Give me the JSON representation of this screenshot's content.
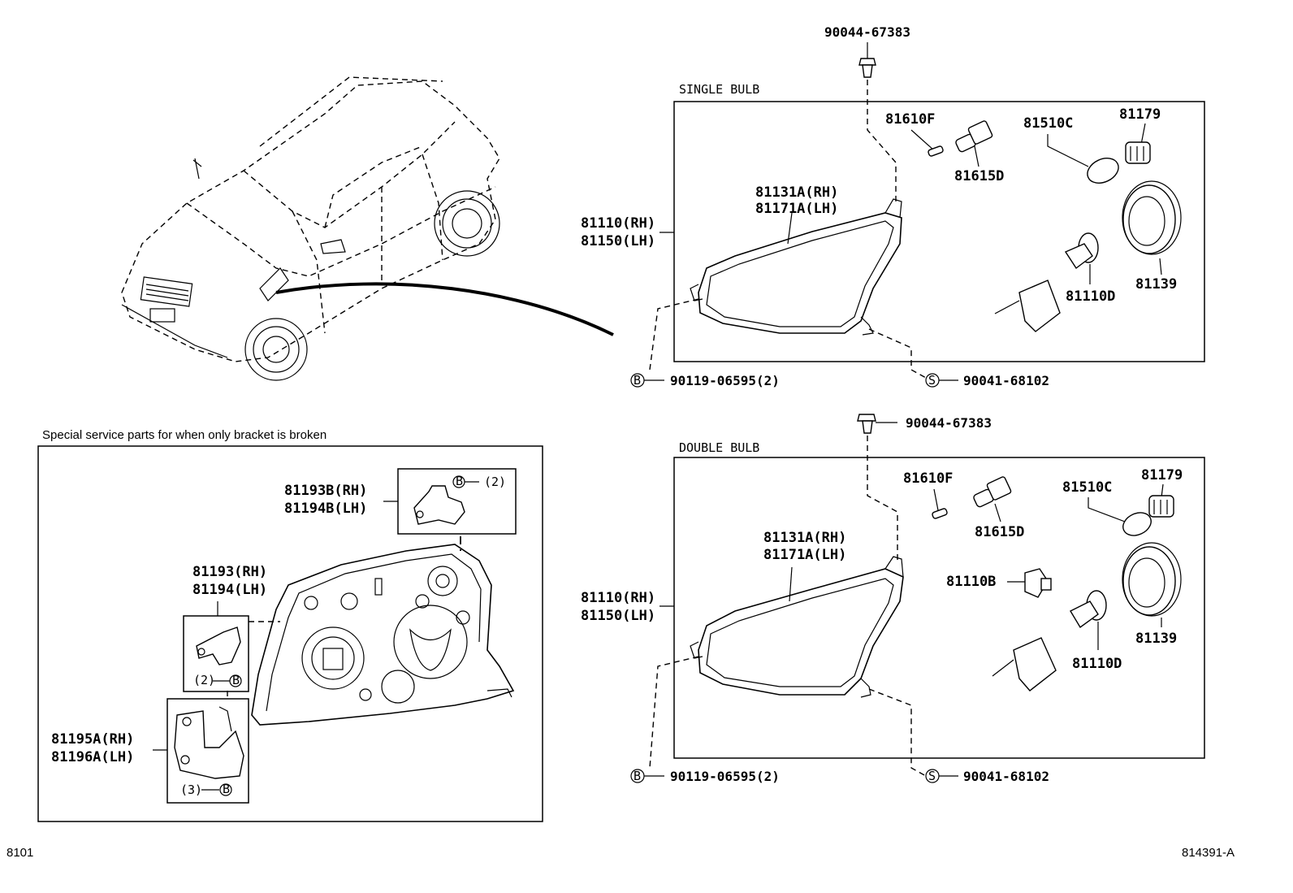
{
  "top": {
    "clip_label": "90044-67383"
  },
  "single_bulb": {
    "title": "SINGLE BULB",
    "labels": {
      "p81610F": "81610F",
      "p81615D": "81615D",
      "p81510C": "81510C",
      "p81179": "81179",
      "p81131A": "81131A(RH)",
      "p81171A": "81171A(LH)",
      "p81110": "81110(RH)",
      "p81150": "81150(LH)",
      "p81139": "81139",
      "p81110D": "81110D"
    },
    "screw_b": "90119-06595(2)",
    "screw_s": "90041-68102",
    "mark_b": "B",
    "mark_s": "S"
  },
  "double_bulb": {
    "clip_label": "90044-67383",
    "title": "DOUBLE BULB",
    "labels": {
      "p81610F": "81610F",
      "p81615D": "81615D",
      "p81510C": "81510C",
      "p81179": "81179",
      "p81131A": "81131A(RH)",
      "p81171A": "81171A(LH)",
      "p81110": "81110(RH)",
      "p81150": "81150(LH)",
      "p81110B": "81110B",
      "p81139": "81139",
      "p81110D": "81110D"
    },
    "screw_b": "90119-06595(2)",
    "screw_s": "90041-68102",
    "mark_b": "B",
    "mark_s": "S"
  },
  "special": {
    "caption": "Special service parts for when only bracket is broken",
    "p81193B": "81193B(RH)",
    "p81194B": "81194B(LH)",
    "qty_193B": "(2)",
    "p81193": "81193(RH)",
    "p81194": "81194(LH)",
    "qty_193": "(2)",
    "p81195A": "81195A(RH)",
    "p81196A": "81196A(LH)",
    "qty_195": "(3)",
    "mark_b": "B"
  },
  "footer": {
    "left": "8101",
    "right": "814391-A"
  }
}
